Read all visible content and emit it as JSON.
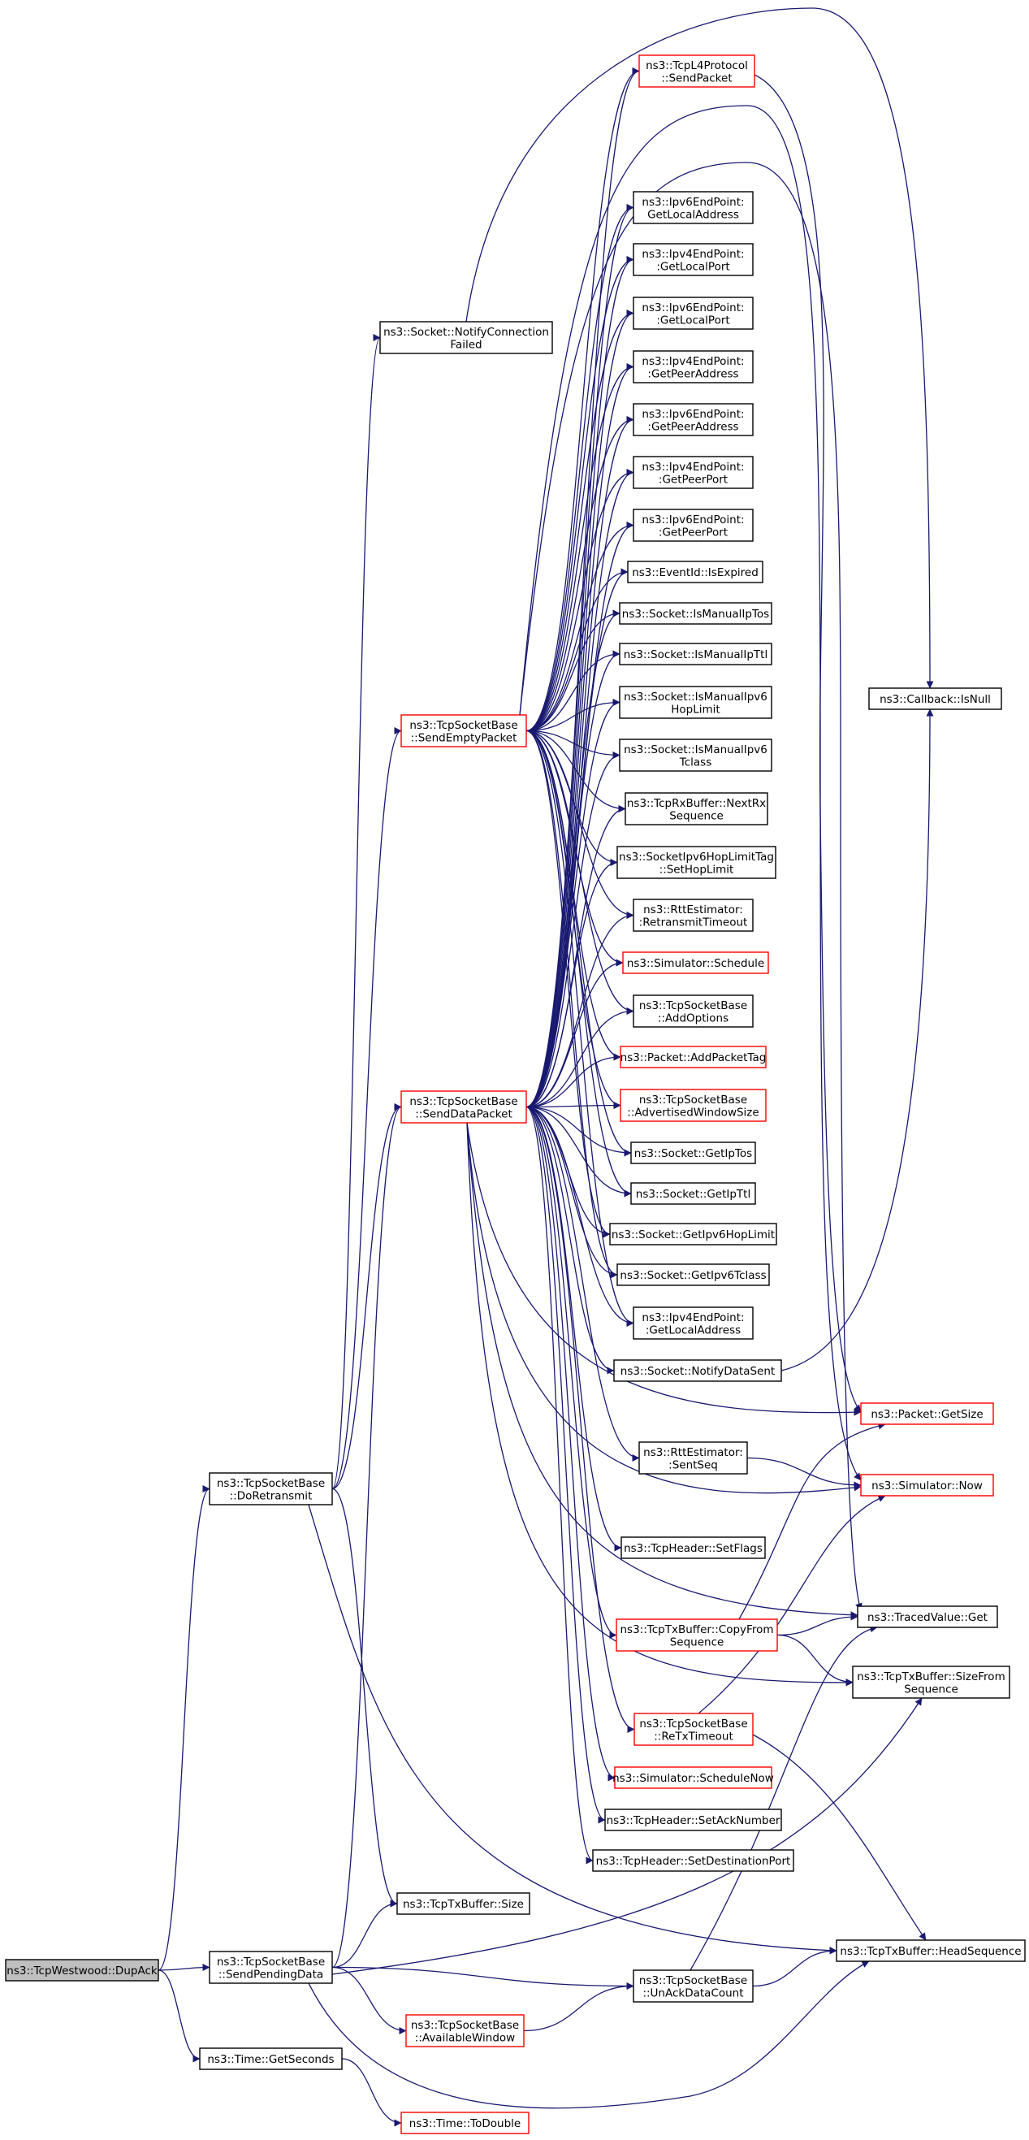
{
  "colors": {
    "edge": "#191970",
    "border_plain": "#000000",
    "border_red": "#ff0000",
    "root_fill": "#bfbfbf"
  },
  "nodes": [
    {
      "id": "root",
      "lines": [
        "ns3::TcpWestwood::DupAck"
      ],
      "style": "root"
    },
    {
      "id": "doRetransmit",
      "lines": [
        "ns3::TcpSocketBase",
        "::DoRetransmit"
      ],
      "style": "plain"
    },
    {
      "id": "sendPendingData",
      "lines": [
        "ns3::TcpSocketBase",
        "::SendPendingData"
      ],
      "style": "plain"
    },
    {
      "id": "getSeconds",
      "lines": [
        "ns3::Time::GetSeconds"
      ],
      "style": "plain"
    },
    {
      "id": "notifyConnFailed",
      "lines": [
        "ns3::Socket::NotifyConnection",
        "Failed"
      ],
      "style": "plain"
    },
    {
      "id": "sendEmptyPacket",
      "lines": [
        "ns3::TcpSocketBase",
        "::SendEmptyPacket"
      ],
      "style": "red"
    },
    {
      "id": "sendDataPacket",
      "lines": [
        "ns3::TcpSocketBase",
        "::SendDataPacket"
      ],
      "style": "red"
    },
    {
      "id": "txSize",
      "lines": [
        "ns3::TcpTxBuffer::Size"
      ],
      "style": "plain"
    },
    {
      "id": "availableWindow",
      "lines": [
        "ns3::TcpSocketBase",
        "::AvailableWindow"
      ],
      "style": "red"
    },
    {
      "id": "toDouble",
      "lines": [
        "ns3::Time::ToDouble"
      ],
      "style": "red"
    },
    {
      "id": "l4Send",
      "lines": [
        "ns3::TcpL4Protocol",
        "::SendPacket"
      ],
      "style": "red"
    },
    {
      "id": "v6LocalAddr",
      "lines": [
        "ns3::Ipv6EndPoint:",
        "GetLocalAddress"
      ],
      "style": "plain"
    },
    {
      "id": "v4LocalPort",
      "lines": [
        "ns3::Ipv4EndPoint:",
        ":GetLocalPort"
      ],
      "style": "plain"
    },
    {
      "id": "v6LocalPort",
      "lines": [
        "ns3::Ipv6EndPoint:",
        ":GetLocalPort"
      ],
      "style": "plain"
    },
    {
      "id": "v4PeerAddr",
      "lines": [
        "ns3::Ipv4EndPoint:",
        ":GetPeerAddress"
      ],
      "style": "plain"
    },
    {
      "id": "v6PeerAddr",
      "lines": [
        "ns3::Ipv6EndPoint:",
        ":GetPeerAddress"
      ],
      "style": "plain"
    },
    {
      "id": "v4PeerPort",
      "lines": [
        "ns3::Ipv4EndPoint:",
        ":GetPeerPort"
      ],
      "style": "plain"
    },
    {
      "id": "v6PeerPort",
      "lines": [
        "ns3::Ipv6EndPoint:",
        ":GetPeerPort"
      ],
      "style": "plain"
    },
    {
      "id": "isExpired",
      "lines": [
        "ns3::EventId::IsExpired"
      ],
      "style": "plain"
    },
    {
      "id": "isManualIpTos",
      "lines": [
        "ns3::Socket::IsManualIpTos"
      ],
      "style": "plain"
    },
    {
      "id": "isManualIpTtl",
      "lines": [
        "ns3::Socket::IsManualIpTtl"
      ],
      "style": "plain"
    },
    {
      "id": "isManualIpv6Hop",
      "lines": [
        "ns3::Socket::IsManualIpv6",
        "HopLimit"
      ],
      "style": "plain"
    },
    {
      "id": "isManualIpv6Tc",
      "lines": [
        "ns3::Socket::IsManualIpv6",
        "Tclass"
      ],
      "style": "plain"
    },
    {
      "id": "nextRxSeq",
      "lines": [
        "ns3::TcpRxBuffer::NextRx",
        "Sequence"
      ],
      "style": "plain"
    },
    {
      "id": "setHopLimit",
      "lines": [
        "ns3::SocketIpv6HopLimitTag",
        "::SetHopLimit"
      ],
      "style": "plain"
    },
    {
      "id": "rttRto",
      "lines": [
        "ns3::RttEstimator:",
        ":RetransmitTimeout"
      ],
      "style": "plain"
    },
    {
      "id": "simSchedule",
      "lines": [
        "ns3::Simulator::Schedule"
      ],
      "style": "red"
    },
    {
      "id": "addOptions",
      "lines": [
        "ns3::TcpSocketBase",
        "::AddOptions"
      ],
      "style": "plain"
    },
    {
      "id": "addPacketTag",
      "lines": [
        "ns3::Packet::AddPacketTag"
      ],
      "style": "red"
    },
    {
      "id": "advWindow",
      "lines": [
        "ns3::TcpSocketBase",
        "::AdvertisedWindowSize"
      ],
      "style": "red"
    },
    {
      "id": "getIpTos",
      "lines": [
        "ns3::Socket::GetIpTos"
      ],
      "style": "plain"
    },
    {
      "id": "getIpTtl",
      "lines": [
        "ns3::Socket::GetIpTtl"
      ],
      "style": "plain"
    },
    {
      "id": "getIpv6Hop",
      "lines": [
        "ns3::Socket::GetIpv6HopLimit"
      ],
      "style": "plain"
    },
    {
      "id": "getIpv6Tc",
      "lines": [
        "ns3::Socket::GetIpv6Tclass"
      ],
      "style": "plain"
    },
    {
      "id": "v4LocalAddr",
      "lines": [
        "ns3::Ipv4EndPoint:",
        ":GetLocalAddress"
      ],
      "style": "plain"
    },
    {
      "id": "notifyDataSent",
      "lines": [
        "ns3::Socket::NotifyDataSent"
      ],
      "style": "plain"
    },
    {
      "id": "rttSentSeq",
      "lines": [
        "ns3::RttEstimator:",
        ":SentSeq"
      ],
      "style": "plain"
    },
    {
      "id": "setFlags",
      "lines": [
        "ns3::TcpHeader::SetFlags"
      ],
      "style": "plain"
    },
    {
      "id": "copyFromSeq",
      "lines": [
        "ns3::TcpTxBuffer::CopyFrom",
        "Sequence"
      ],
      "style": "red"
    },
    {
      "id": "reTxTimeout",
      "lines": [
        "ns3::TcpSocketBase",
        "::ReTxTimeout"
      ],
      "style": "red"
    },
    {
      "id": "scheduleNow",
      "lines": [
        "ns3::Simulator::ScheduleNow"
      ],
      "style": "red"
    },
    {
      "id": "setAckNumber",
      "lines": [
        "ns3::TcpHeader::SetAckNumber"
      ],
      "style": "plain"
    },
    {
      "id": "setDestPort",
      "lines": [
        "ns3::TcpHeader::SetDestinationPort"
      ],
      "style": "plain"
    },
    {
      "id": "unAckData",
      "lines": [
        "ns3::TcpSocketBase",
        "::UnAckDataCount"
      ],
      "style": "plain"
    },
    {
      "id": "callbackIsNull",
      "lines": [
        "ns3::Callback::IsNull"
      ],
      "style": "plain"
    },
    {
      "id": "packetGetSize",
      "lines": [
        "ns3::Packet::GetSize"
      ],
      "style": "red"
    },
    {
      "id": "simNow",
      "lines": [
        "ns3::Simulator::Now"
      ],
      "style": "red"
    },
    {
      "id": "tracedGet",
      "lines": [
        "ns3::TracedValue::Get"
      ],
      "style": "plain"
    },
    {
      "id": "sizeFromSeq",
      "lines": [
        "ns3::TcpTxBuffer::SizeFrom",
        "Sequence"
      ],
      "style": "plain"
    },
    {
      "id": "headSeq",
      "lines": [
        "ns3::TcpTxBuffer::HeadSequence"
      ],
      "style": "plain"
    }
  ],
  "edges": [
    [
      "root",
      "doRetransmit"
    ],
    [
      "root",
      "sendPendingData"
    ],
    [
      "root",
      "getSeconds"
    ],
    [
      "getSeconds",
      "toDouble"
    ],
    [
      "doRetransmit",
      "notifyConnFailed"
    ],
    [
      "doRetransmit",
      "sendEmptyPacket"
    ],
    [
      "doRetransmit",
      "sendDataPacket"
    ],
    [
      "doRetransmit",
      "txSize"
    ],
    [
      "doRetransmit",
      "headSeq"
    ],
    [
      "sendPendingData",
      "sendDataPacket"
    ],
    [
      "sendPendingData",
      "txSize"
    ],
    [
      "sendPendingData",
      "availableWindow"
    ],
    [
      "sendPendingData",
      "unAckData"
    ],
    [
      "sendPendingData",
      "sizeFromSeq"
    ],
    [
      "sendPendingData",
      "headSeq"
    ],
    [
      "availableWindow",
      "unAckData"
    ],
    [
      "unAckData",
      "headSeq"
    ],
    [
      "unAckData",
      "tracedGet"
    ],
    [
      "notifyConnFailed",
      "callbackIsNull"
    ],
    [
      "notifyDataSent",
      "callbackIsNull"
    ],
    [
      "l4Send",
      "packetGetSize"
    ],
    [
      "rttSentSeq",
      "simNow"
    ],
    [
      "copyFromSeq",
      "packetGetSize"
    ],
    [
      "copyFromSeq",
      "tracedGet"
    ],
    [
      "copyFromSeq",
      "sizeFromSeq"
    ],
    [
      "reTxTimeout",
      "simNow"
    ],
    [
      "reTxTimeout",
      "headSeq"
    ],
    [
      "sendEmptyPacket",
      "l4Send"
    ],
    [
      "sendEmptyPacket",
      "v6LocalAddr"
    ],
    [
      "sendEmptyPacket",
      "v4LocalPort"
    ],
    [
      "sendEmptyPacket",
      "v6LocalPort"
    ],
    [
      "sendEmptyPacket",
      "v4PeerAddr"
    ],
    [
      "sendEmptyPacket",
      "v6PeerAddr"
    ],
    [
      "sendEmptyPacket",
      "v4PeerPort"
    ],
    [
      "sendEmptyPacket",
      "v6PeerPort"
    ],
    [
      "sendEmptyPacket",
      "isExpired"
    ],
    [
      "sendEmptyPacket",
      "isManualIpTos"
    ],
    [
      "sendEmptyPacket",
      "isManualIpTtl"
    ],
    [
      "sendEmptyPacket",
      "isManualIpv6Hop"
    ],
    [
      "sendEmptyPacket",
      "isManualIpv6Tc"
    ],
    [
      "sendEmptyPacket",
      "nextRxSeq"
    ],
    [
      "sendEmptyPacket",
      "setHopLimit"
    ],
    [
      "sendEmptyPacket",
      "rttRto"
    ],
    [
      "sendEmptyPacket",
      "simSchedule"
    ],
    [
      "sendEmptyPacket",
      "addOptions"
    ],
    [
      "sendEmptyPacket",
      "addPacketTag"
    ],
    [
      "sendEmptyPacket",
      "advWindow"
    ],
    [
      "sendEmptyPacket",
      "getIpTos"
    ],
    [
      "sendEmptyPacket",
      "getIpTtl"
    ],
    [
      "sendEmptyPacket",
      "getIpv6Hop"
    ],
    [
      "sendEmptyPacket",
      "getIpv6Tc"
    ],
    [
      "sendEmptyPacket",
      "v4LocalAddr"
    ],
    [
      "sendEmptyPacket",
      "simNow"
    ],
    [
      "sendEmptyPacket",
      "tracedGet"
    ],
    [
      "sendDataPacket",
      "l4Send"
    ],
    [
      "sendDataPacket",
      "v6LocalAddr"
    ],
    [
      "sendDataPacket",
      "v4LocalPort"
    ],
    [
      "sendDataPacket",
      "v6LocalPort"
    ],
    [
      "sendDataPacket",
      "v4PeerAddr"
    ],
    [
      "sendDataPacket",
      "v6PeerAddr"
    ],
    [
      "sendDataPacket",
      "v4PeerPort"
    ],
    [
      "sendDataPacket",
      "v6PeerPort"
    ],
    [
      "sendDataPacket",
      "isExpired"
    ],
    [
      "sendDataPacket",
      "isManualIpTos"
    ],
    [
      "sendDataPacket",
      "isManualIpTtl"
    ],
    [
      "sendDataPacket",
      "isManualIpv6Hop"
    ],
    [
      "sendDataPacket",
      "isManualIpv6Tc"
    ],
    [
      "sendDataPacket",
      "nextRxSeq"
    ],
    [
      "sendDataPacket",
      "setHopLimit"
    ],
    [
      "sendDataPacket",
      "rttRto"
    ],
    [
      "sendDataPacket",
      "simSchedule"
    ],
    [
      "sendDataPacket",
      "addOptions"
    ],
    [
      "sendDataPacket",
      "addPacketTag"
    ],
    [
      "sendDataPacket",
      "advWindow"
    ],
    [
      "sendDataPacket",
      "getIpTos"
    ],
    [
      "sendDataPacket",
      "getIpTtl"
    ],
    [
      "sendDataPacket",
      "getIpv6Hop"
    ],
    [
      "sendDataPacket",
      "getIpv6Tc"
    ],
    [
      "sendDataPacket",
      "v4LocalAddr"
    ],
    [
      "sendDataPacket",
      "notifyDataSent"
    ],
    [
      "sendDataPacket",
      "packetGetSize"
    ],
    [
      "sendDataPacket",
      "rttSentSeq"
    ],
    [
      "sendDataPacket",
      "simNow"
    ],
    [
      "sendDataPacket",
      "setFlags"
    ],
    [
      "sendDataPacket",
      "tracedGet"
    ],
    [
      "sendDataPacket",
      "copyFromSeq"
    ],
    [
      "sendDataPacket",
      "sizeFromSeq"
    ],
    [
      "sendDataPacket",
      "reTxTimeout"
    ],
    [
      "sendDataPacket",
      "scheduleNow"
    ],
    [
      "sendDataPacket",
      "setAckNumber"
    ],
    [
      "sendDataPacket",
      "setDestPort"
    ]
  ]
}
